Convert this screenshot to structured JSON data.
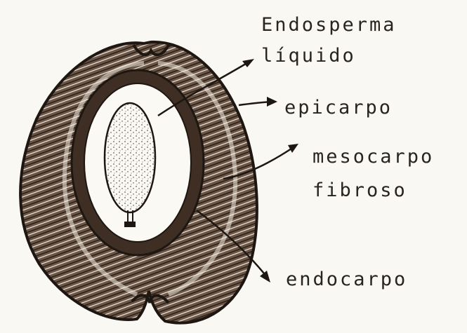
{
  "labels": {
    "endosperma_line1": "Endosperma",
    "endosperma_line2": "líquido",
    "epicarpo": "epicarpo",
    "mesocarpo_line1": "mesocarpo",
    "mesocarpo_line2": "fibroso",
    "endocarpo": "endocarpo"
  },
  "colors": {
    "paper": "#faf8f2",
    "ink": "#2a241e",
    "husk_brown": "#4a3a2e"
  },
  "icons": [
    "arrow-icon"
  ]
}
